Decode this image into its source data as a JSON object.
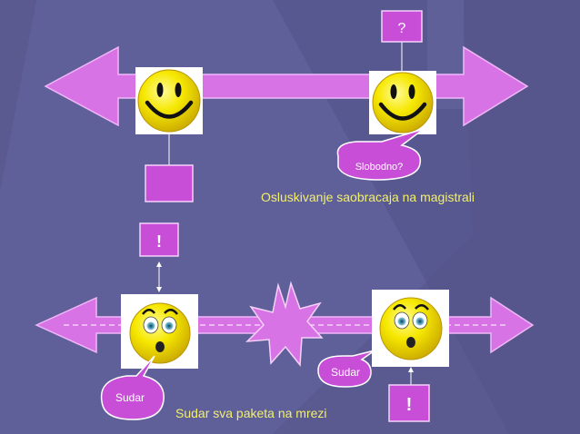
{
  "scene": {
    "top_box_label": "?",
    "speech_free": "Slobodno?",
    "caption_top": "Osluskivanje saobracaja na magistrali",
    "middle_box_label": "!",
    "speech_sudar_right": "Sudar",
    "speech_sudar_left": "Sudar",
    "caption_bottom": "Sudar sva paketa na mrezi",
    "bottom_box_label": "!"
  },
  "colors": {
    "background": "#5a5a90",
    "arrow": "#d873e6",
    "box": "#c84ed8",
    "caption_text": "#f2f06a",
    "smiley_yellow": "#f6e800"
  },
  "icons": [
    "happy-face-icon",
    "worried-face-icon",
    "collision-burst-icon"
  ]
}
